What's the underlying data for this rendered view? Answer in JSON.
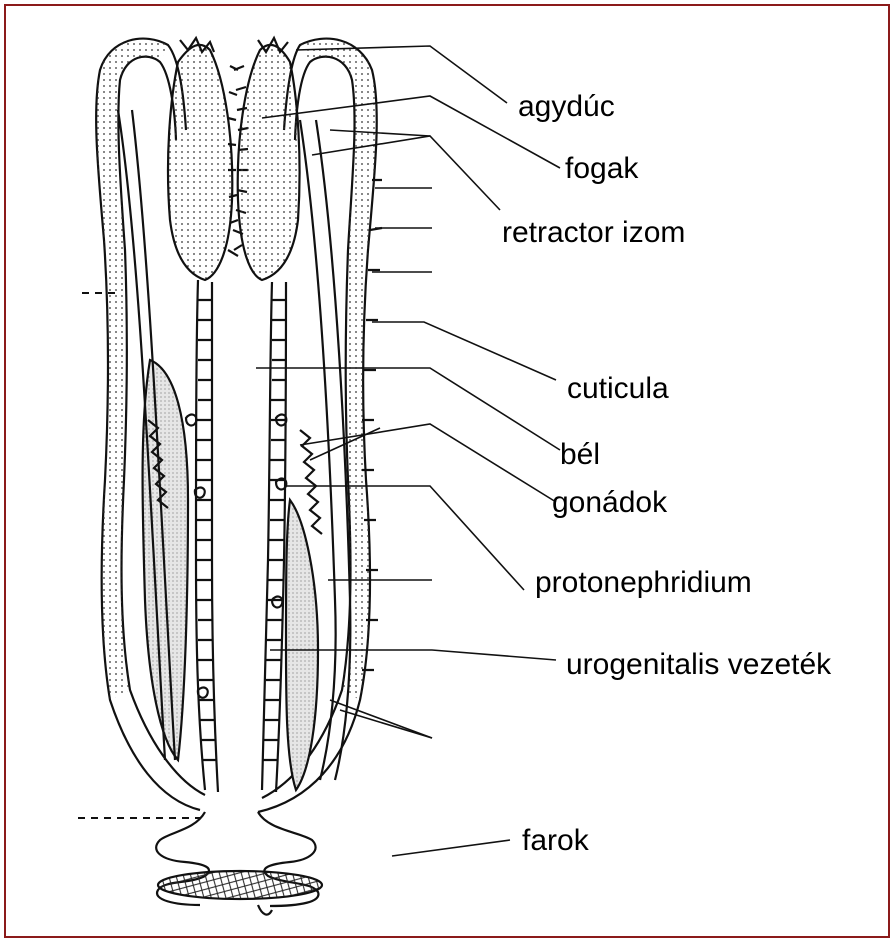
{
  "diagram": {
    "labels": {
      "agyduc": "agydúc",
      "fogak": "fogak",
      "retractor": "retractor izom",
      "cuticula": "cuticula",
      "bel": "bél",
      "gonadok": "gonádok",
      "protonephridium": "protonephridium",
      "urogenitalis": "urogenitalis vezeték",
      "farok": "farok"
    },
    "colors": {
      "frame": "#8b1a1a",
      "ink": "#111111",
      "stipple": "#bdbdbd"
    }
  }
}
